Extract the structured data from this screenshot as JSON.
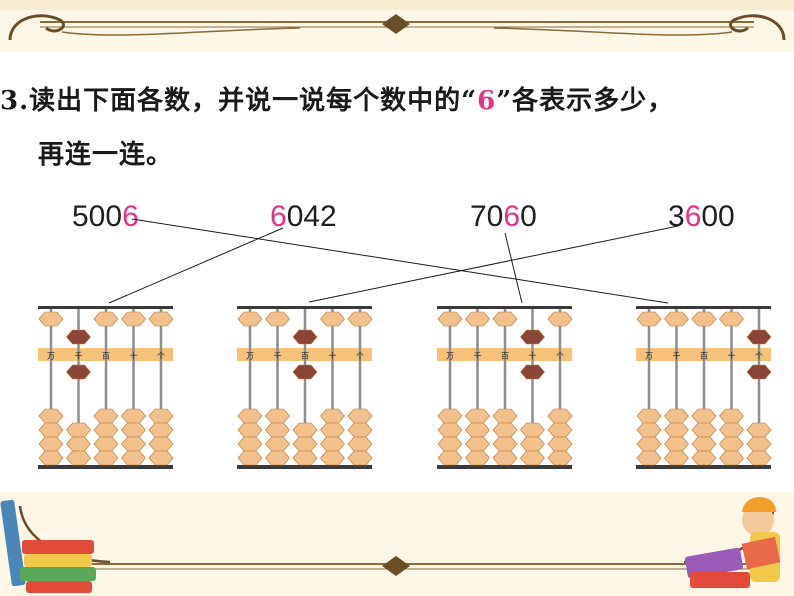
{
  "question": {
    "number": "3.",
    "line1_before": "读出下面各数，并说一说每个数中的“",
    "line1_highlight": "6",
    "line1_after": "”各表示多少，",
    "line2": "再连一连。"
  },
  "numbers": [
    {
      "before": "500",
      "digit": "6",
      "after": ""
    },
    {
      "before": "",
      "digit": "6",
      "after": "042"
    },
    {
      "before": "70",
      "digit": "6",
      "after": "0"
    },
    {
      "before": "3",
      "digit": "6",
      "after": "00"
    }
  ],
  "place_labels": [
    "万",
    "千",
    "百",
    "十",
    "个"
  ],
  "abacuses": [
    {
      "upper": [
        0,
        1,
        0,
        0,
        0
      ],
      "lower": [
        0,
        1,
        0,
        0,
        0
      ]
    },
    {
      "upper": [
        0,
        0,
        1,
        0,
        0
      ],
      "lower": [
        0,
        0,
        1,
        0,
        0
      ]
    },
    {
      "upper": [
        0,
        0,
        0,
        1,
        0
      ],
      "lower": [
        0,
        0,
        0,
        1,
        0
      ]
    },
    {
      "upper": [
        0,
        0,
        0,
        0,
        1
      ],
      "lower": [
        0,
        0,
        0,
        0,
        1
      ]
    }
  ],
  "connections": [
    {
      "number": 0,
      "abacus": 3
    },
    {
      "number": 1,
      "abacus": 0
    },
    {
      "number": 2,
      "abacus": 2
    },
    {
      "number": 3,
      "abacus": 1
    }
  ],
  "colors": {
    "highlight": "#e8308a",
    "bead": "#f2c08a",
    "active_bead": "#8a4438",
    "frame": "#3a3a3a",
    "beam": "#f6c27a",
    "border": "#8a6a3a"
  }
}
